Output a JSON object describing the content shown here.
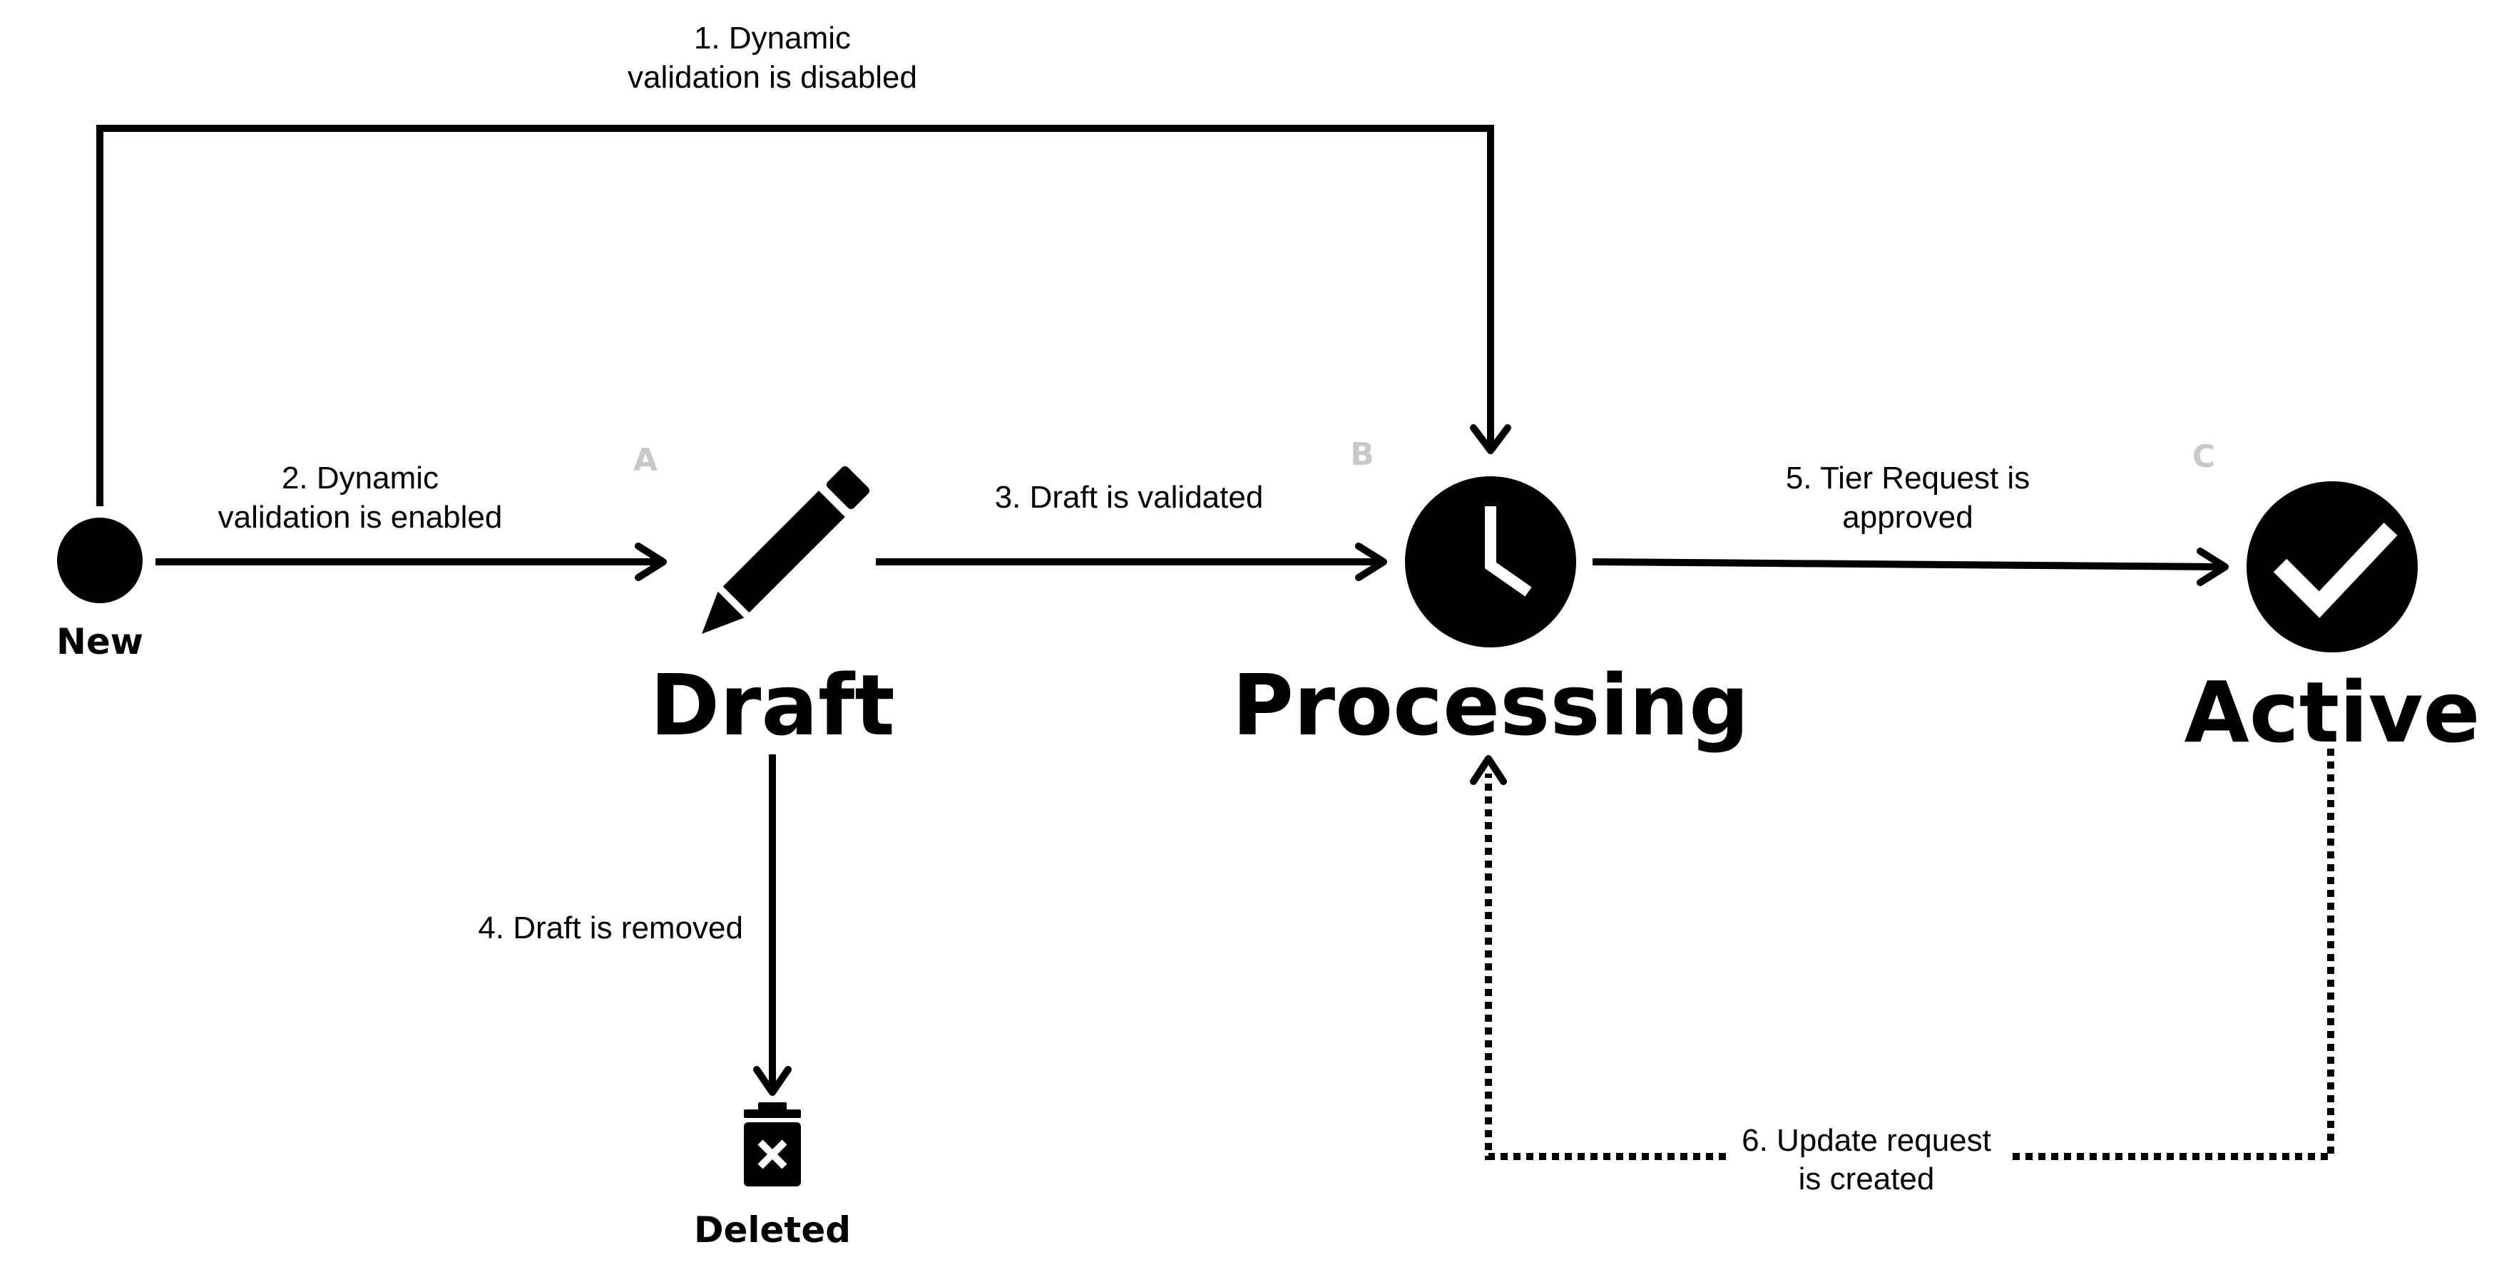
{
  "states": {
    "new": "New",
    "draft": "Draft",
    "processing": "Processing",
    "active": "Active",
    "deleted": "Deleted"
  },
  "markers": {
    "a": "A",
    "b": "B",
    "c": "C"
  },
  "transitions": {
    "t1": {
      "line1": "1. Dynamic",
      "line2": "validation is disabled"
    },
    "t2": {
      "line1": "2. Dynamic",
      "line2": "validation is enabled"
    },
    "t3": {
      "line1": "3. Draft is validated"
    },
    "t4": {
      "line1": "4. Draft is removed"
    },
    "t5": {
      "line1": "5. Tier Request is",
      "line2": "approved"
    },
    "t6": {
      "line1": "6. Update request",
      "line2": "is created"
    }
  },
  "icons": {
    "new": "start-dot-icon",
    "draft": "pencil-icon",
    "processing": "clock-icon",
    "active": "check-circle-icon",
    "deleted": "trash-icon"
  },
  "colors": {
    "ink": "#000000",
    "marker": "#c8c8c8",
    "background": "#ffffff"
  }
}
